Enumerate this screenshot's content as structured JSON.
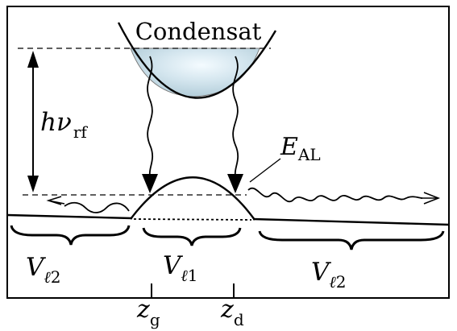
{
  "labels": {
    "condensate": "Condensat",
    "h_symbol": "h",
    "nu_symbol": "ν",
    "rf_subscript": "rf",
    "E_symbol": "E",
    "E_subscript": "AL",
    "V_symbol": "V",
    "ell_symbol": "ℓ",
    "one": "1",
    "two": "2",
    "z_symbol": "z",
    "g_subscript": "g",
    "d_subscript": "d"
  },
  "colors": {
    "stroke": "#000000",
    "condensate_fill_light": "#f4fbff",
    "condensate_fill_dark": "#b9d2dc"
  }
}
